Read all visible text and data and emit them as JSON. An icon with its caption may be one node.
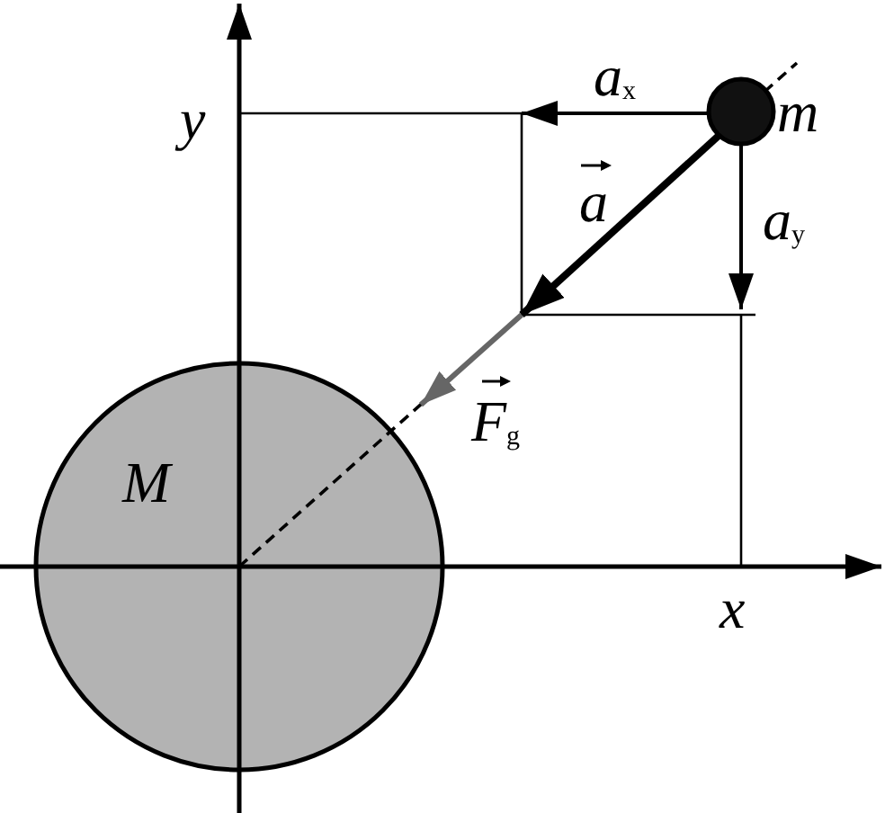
{
  "diagram": {
    "nodes": [
      {
        "text": [
          "M"
        ]
      },
      {
        "text": [],
        "shape": "circle",
        "beside": [
          "m"
        ]
      }
    ],
    "labels": [
      "a$_{x}$",
      "y",
      "a",
      "a$_{y}$",
      "F$_{g}$",
      "x"
    ]
  }
}
